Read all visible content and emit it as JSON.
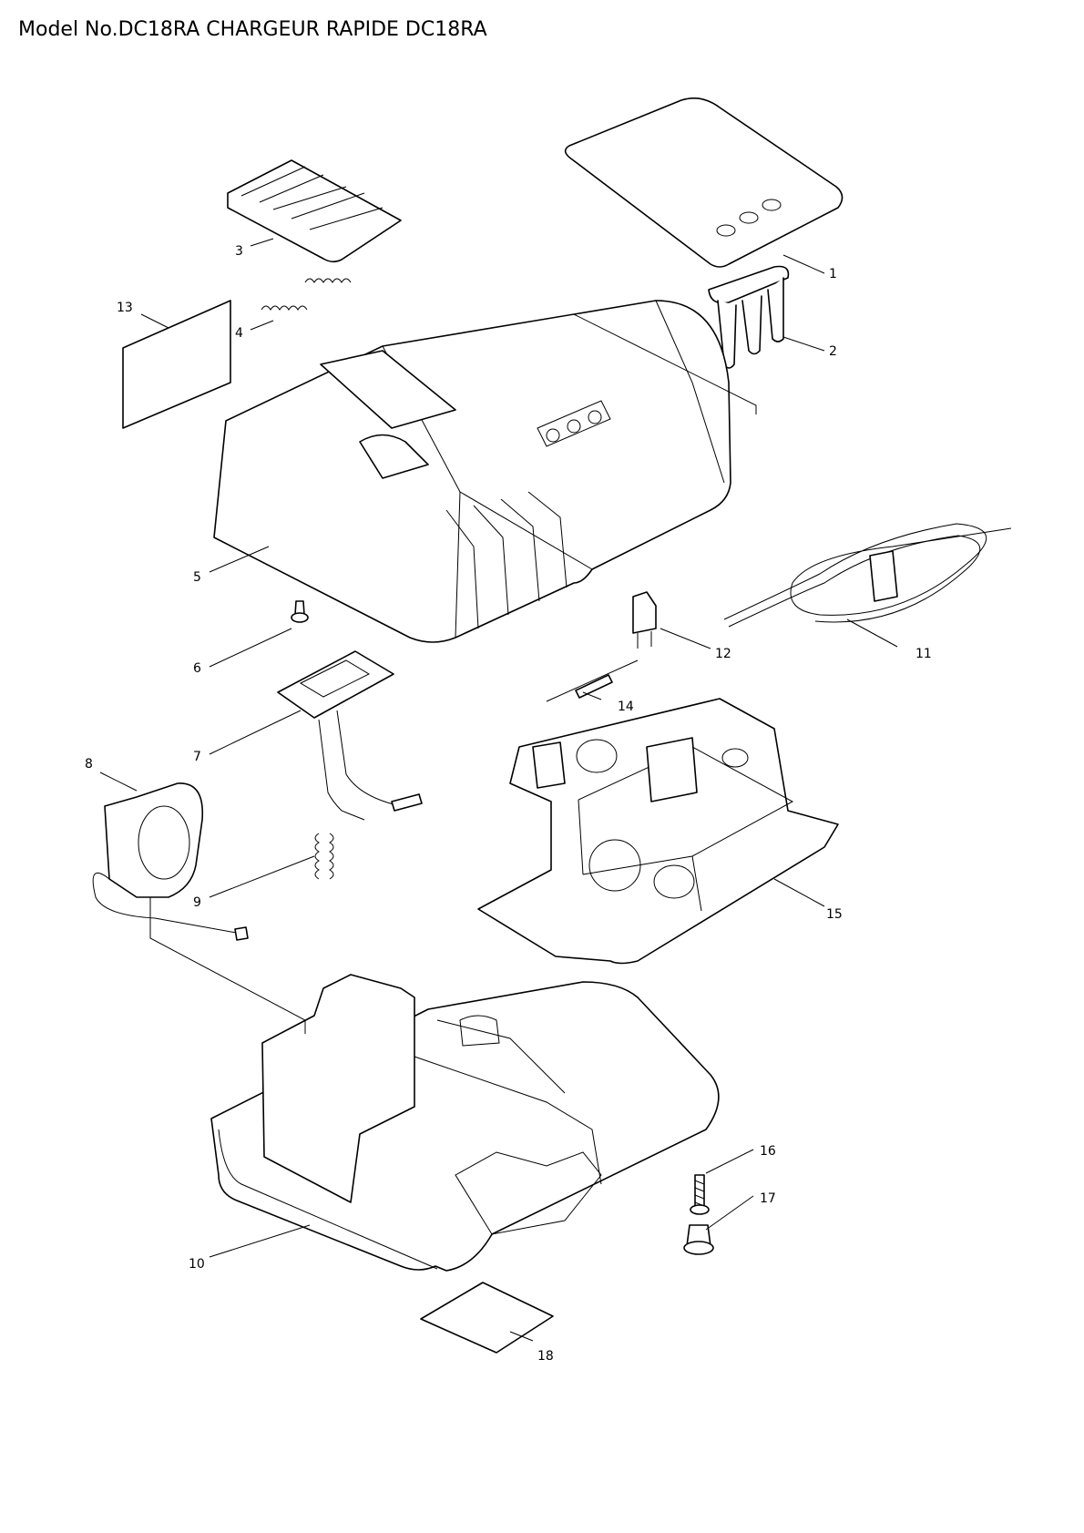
{
  "title": "Model No.DC18RA CHARGEUR RAPIDE DC18RA",
  "callouts": [
    "1",
    "2",
    "3",
    "4",
    "5",
    "6",
    "7",
    "8",
    "9",
    "10",
    "11",
    "12",
    "13",
    "14",
    "15",
    "16",
    "17",
    "18"
  ]
}
